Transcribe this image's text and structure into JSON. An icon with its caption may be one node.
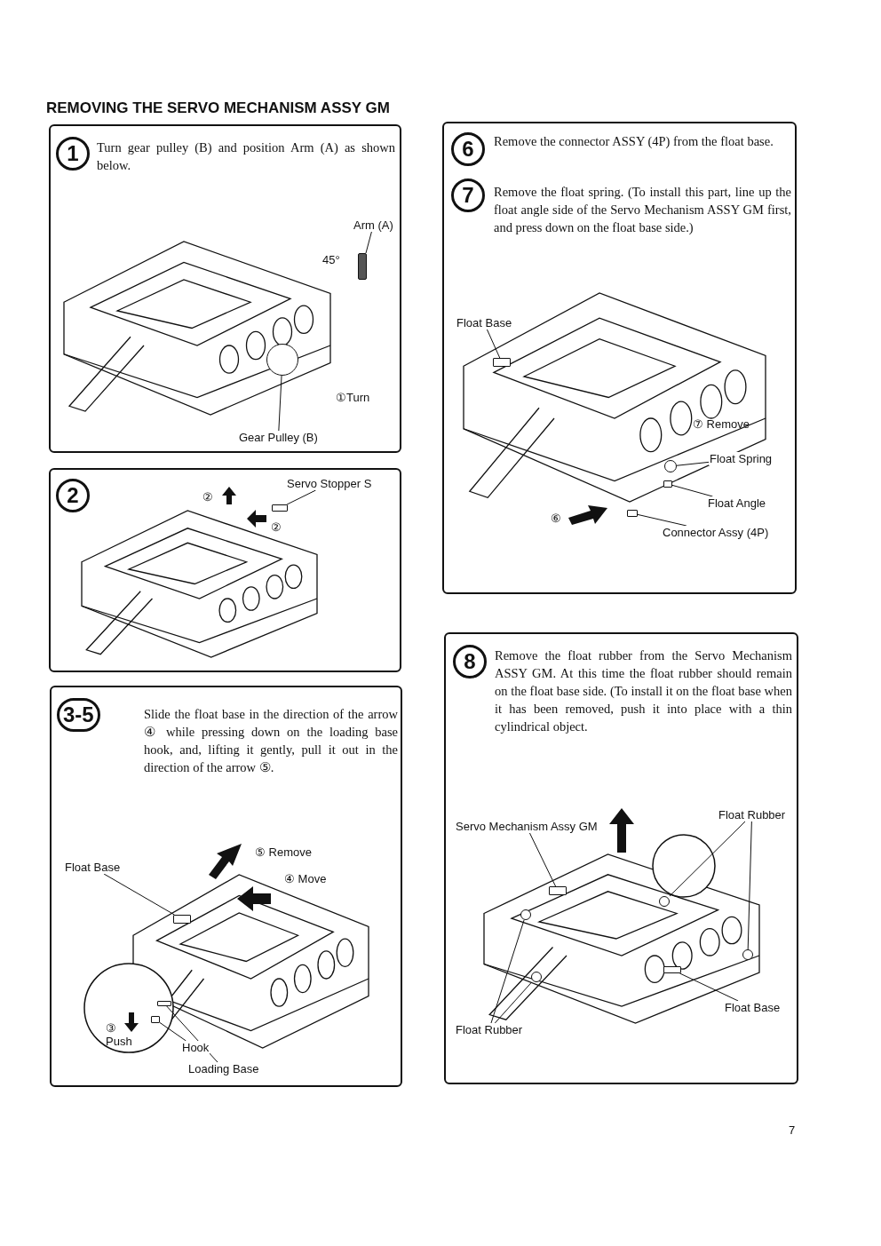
{
  "diagram": {
    "title": "REMOVING THE SERVO MECHANISM ASSY GM",
    "nodes": [
      {
        "text": [
          "1",
          "Turn gear pulley (B) and position Arm (A) as shown below."
        ]
      },
      {
        "text": [
          "Arm (A)"
        ],
        "in": 0
      },
      {
        "text": [
          "Gear Pulley (B)"
        ],
        "in": 0
      },
      {
        "text": [
          "2"
        ]
      },
      {
        "text": [
          "Servo Stopper S"
        ],
        "in": 3
      },
      {
        "text": [
          "3-5",
          "Slide the float base in the direction of the arrow ④ while pressing down on the loading base hook, and, lifting it gently, pull it out in the direction of the arrow ⑤."
        ]
      },
      {
        "text": [
          "Float Base"
        ],
        "in": 5
      },
      {
        "text": [
          "Hook"
        ],
        "in": 5
      },
      {
        "text": [
          "Loading Base"
        ],
        "in": 5
      },
      {
        "text": [
          "6",
          "Remove the connector ASSY (4P) from the float base.",
          "7",
          "Remove the float spring.  (To install this part, line up the float angle side of the Servo Mechanism ASSY GM first, and press down on the float base side.)"
        ]
      },
      {
        "text": [
          "Float Base"
        ],
        "in": 9
      },
      {
        "text": [
          "Float Spring"
        ],
        "in": 9
      },
      {
        "text": [
          "Float Angle"
        ],
        "in": 9
      },
      {
        "text": [
          "Connector Assy (4P)"
        ],
        "in": 9
      },
      {
        "text": [
          "8",
          "Remove the float rubber from the Servo Mechanism ASSY GM.  At this time the float rubber should remain on the float base side.  (To install it on the float base when it has been removed, push it into place with a thin cylindrical object."
        ]
      },
      {
        "text": [
          "Servo Mechanism Assy GM"
        ],
        "in": 14
      },
      {
        "text": [
          "Float Rubber"
        ],
        "in": 14
      },
      {
        "text": [
          "Float Base"
        ],
        "in": 14
      },
      {
        "text": [
          "Float Rubber"
        ],
        "in": 14
      },
      {
        "text": [],
        "shape": "bar",
        "in": 0
      },
      {
        "text": [],
        "shape": "circle",
        "in": 0
      },
      {
        "text": [],
        "shape": "box",
        "in": 3
      },
      {
        "text": [],
        "shape": "box",
        "in": 5
      },
      {
        "text": [],
        "shape": "box",
        "in": 5
      },
      {
        "text": [],
        "shape": "box",
        "in": 5
      },
      {
        "text": [],
        "shape": "box",
        "in": 9
      },
      {
        "text": [],
        "shape": "circle",
        "in": 9
      },
      {
        "text": [],
        "shape": "box",
        "in": 9
      },
      {
        "text": [],
        "shape": "box",
        "in": 9
      },
      {
        "text": [],
        "shape": "box",
        "in": 14
      },
      {
        "text": [],
        "shape": "circle",
        "in": 14
      },
      {
        "text": [],
        "shape": "circle",
        "in": 14
      },
      {
        "text": [],
        "shape": "box",
        "in": 14
      },
      {
        "text": [],
        "shape": "circle",
        "in": 14
      },
      {
        "text": [],
        "shape": "circle",
        "in": 14
      }
    ],
    "edges": [
      {
        "from": 1,
        "to": 19,
        "arrow": "none"
      },
      {
        "from": 2,
        "to": 20,
        "arrow": "none"
      },
      {
        "from": 4,
        "to": 21,
        "arrow": "none"
      },
      {
        "from": 6,
        "to": 22,
        "arrow": "none"
      },
      {
        "from": 7,
        "to": 23,
        "arrow": "none"
      },
      {
        "from": 8,
        "to": 24,
        "arrow": "none"
      },
      {
        "from": 10,
        "to": 25,
        "arrow": "none"
      },
      {
        "from": 11,
        "to": 26,
        "arrow": "none"
      },
      {
        "from": 12,
        "to": 27,
        "arrow": "none"
      },
      {
        "from": 13,
        "to": 28,
        "arrow": "none"
      },
      {
        "from": 15,
        "to": 29,
        "arrow": "none"
      },
      {
        "from": 16,
        "to": 30,
        "arrow": "none"
      },
      {
        "from": 16,
        "to": 31,
        "arrow": "none"
      },
      {
        "from": 17,
        "to": 32,
        "arrow": "none"
      },
      {
        "from": 18,
        "to": 33,
        "arrow": "none"
      },
      {
        "from": 18,
        "to": 34,
        "arrow": "none"
      }
    ],
    "labels": [
      "45°",
      "①Turn",
      "②",
      "②",
      "⑤ Remove",
      "④ Move",
      "③",
      "Push",
      "⑦ Remove",
      "⑥",
      "7"
    ]
  }
}
